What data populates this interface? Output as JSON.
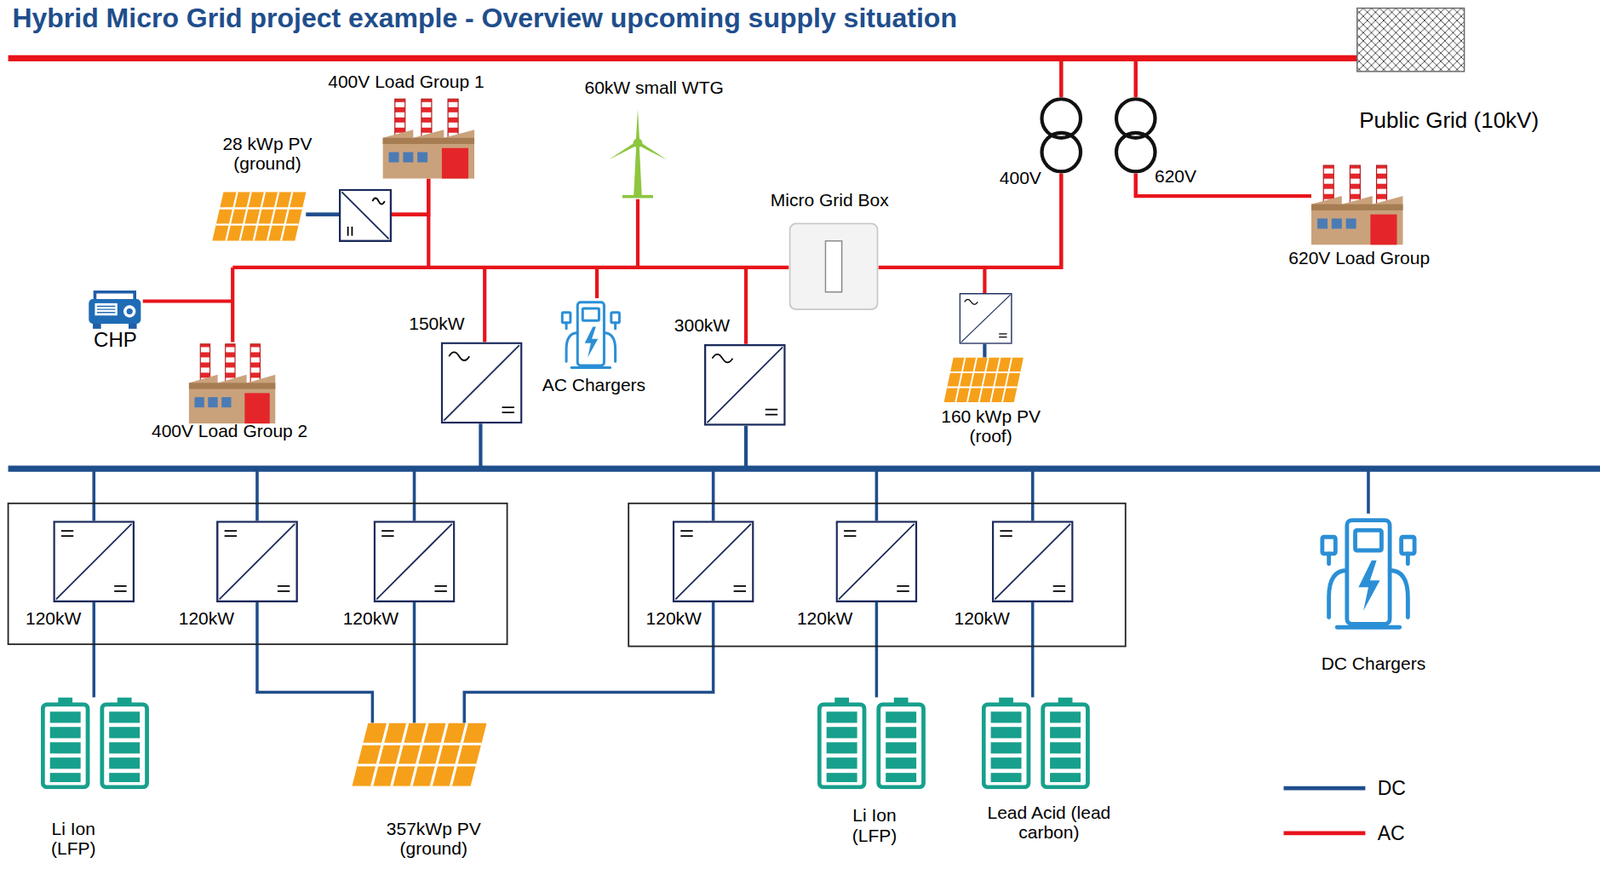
{
  "diagram": {
    "title": "Hybrid Micro Grid project example - Overview upcoming supply situation",
    "nodes": [
      {
        "text": [
          "Public Grid (10kV)"
        ]
      },
      {
        "text": [
          "400V Load Group 1"
        ]
      },
      {
        "text": [
          "28 kWp PV (ground)"
        ]
      },
      {
        "text": [
          "60kW small WTG"
        ]
      },
      {
        "text": [
          "Micro Grid Box"
        ]
      },
      {
        "text": [
          "400V"
        ]
      },
      {
        "text": [
          "620V"
        ]
      },
      {
        "text": [
          "620V Load Group"
        ]
      },
      {
        "text": [
          "CHP"
        ]
      },
      {
        "text": [
          "150kW"
        ]
      },
      {
        "text": [
          "AC Chargers"
        ]
      },
      {
        "text": [
          "300kW"
        ]
      },
      {
        "text": [
          "400V Load Group 2"
        ]
      },
      {
        "text": [
          "160 kWp PV (roof)"
        ]
      },
      {
        "text": [
          "120kW"
        ]
      },
      {
        "text": [
          "120kW"
        ]
      },
      {
        "text": [
          "120kW"
        ]
      },
      {
        "text": [
          "120kW"
        ]
      },
      {
        "text": [
          "120kW"
        ]
      },
      {
        "text": [
          "120kW"
        ]
      },
      {
        "text": [
          "DC Chargers"
        ]
      },
      {
        "text": [
          "Li Ion (LFP)"
        ]
      },
      {
        "text": [
          "357kWp PV (ground)"
        ]
      },
      {
        "text": [
          "Li Ion (LFP)"
        ]
      },
      {
        "text": [
          "Lead Acid (lead carbon)"
        ]
      }
    ],
    "edges": [
      {
        "from": 5,
        "to": 0,
        "arrow": "none"
      },
      {
        "from": 6,
        "to": 0,
        "arrow": "none"
      },
      {
        "from": 6,
        "to": 7,
        "arrow": "none"
      },
      {
        "from": 2,
        "to": 1,
        "arrow": "none"
      },
      {
        "from": 4,
        "to": 5,
        "arrow": "none"
      },
      {
        "from": 14,
        "to": 21,
        "arrow": "none"
      },
      {
        "from": 15,
        "to": 22,
        "arrow": "none"
      },
      {
        "from": 16,
        "to": 22,
        "arrow": "none"
      },
      {
        "from": 17,
        "to": 22,
        "arrow": "none"
      },
      {
        "from": 18,
        "to": 23,
        "arrow": "none"
      },
      {
        "from": 19,
        "to": 24,
        "arrow": "none"
      }
    ],
    "legend": [
      {
        "text": "DC"
      },
      {
        "text": "AC"
      }
    ]
  }
}
